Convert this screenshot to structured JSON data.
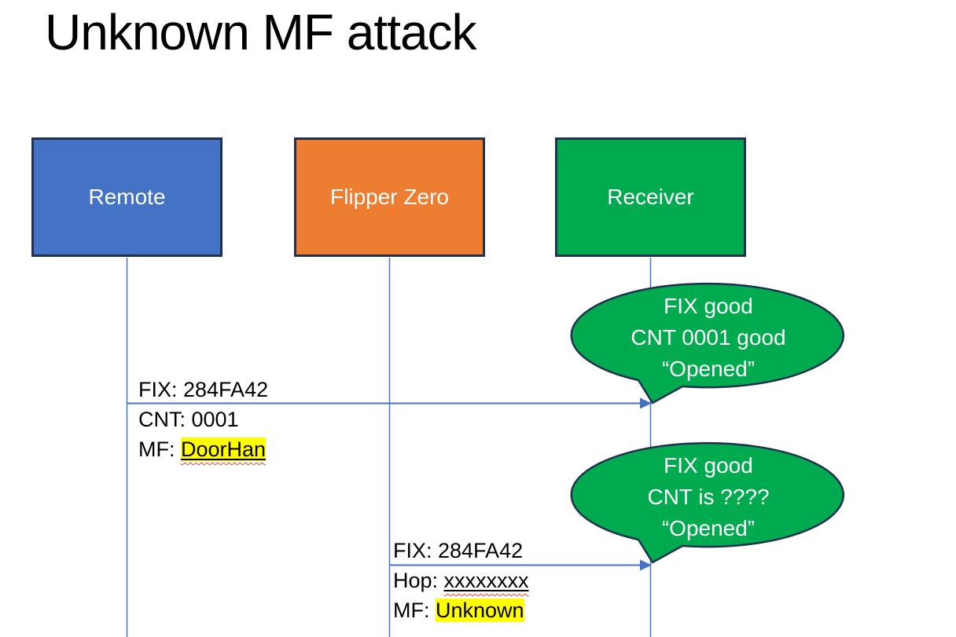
{
  "slide": {
    "title": "Unknown MF attack"
  },
  "colors": {
    "remote_fill": "#4472C4",
    "flipper_fill": "#ED7D31",
    "receiver_fill": "#00AB4F",
    "shape_border": "#1F3050",
    "connector_blue": "#4472C4",
    "bubble_fill": "#00AB4F",
    "bubble_border": "#1F3050",
    "highlight_yellow": "#FFFF00",
    "squiggle_red": "#E8432C",
    "label_text_white": "#FFFFFF",
    "body_text_black": "#000000"
  },
  "actors": {
    "remote": {
      "label": "Remote"
    },
    "flipper": {
      "label": "Flipper Zero"
    },
    "receiver": {
      "label": "Receiver"
    }
  },
  "message1": {
    "fix": "FIX: 284FA42",
    "cnt": "CNT: 0001",
    "mf_prefix": "MF: ",
    "mf_value": "DoorHan"
  },
  "message2": {
    "fix": "FIX: 284FA42",
    "hop_prefix": "Hop: ",
    "hop_value": "xxxxxxxx",
    "mf_prefix": "MF: ",
    "mf_value": "Unknown"
  },
  "bubble1": {
    "line1": "FIX good",
    "line2": "CNT 0001 good",
    "line3": "“Opened”"
  },
  "bubble2": {
    "line1": "FIX good",
    "line2": "CNT is ????",
    "line3": "“Opened”"
  }
}
